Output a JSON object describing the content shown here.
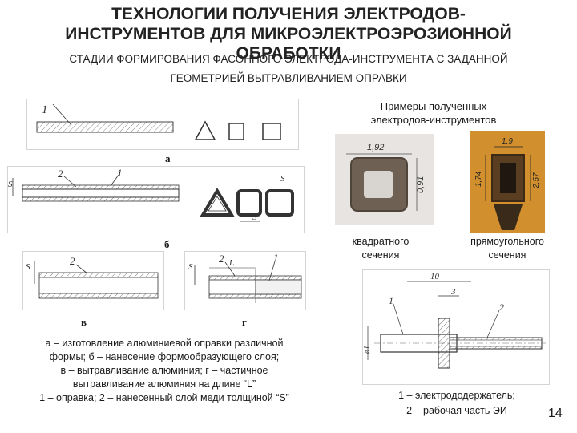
{
  "slide": {
    "title_line1": "ТЕХНОЛОГИИ ПОЛУЧЕНИЯ ЭЛЕКТРОДОВ-",
    "title_line2": "ИНСТРУМЕНТОВ ДЛЯ МИКРОЭЛЕКТРОЭРОЗИОННОЙ",
    "title_line3": "ОБРАБОТКИ",
    "subtitle_line1": "СТАДИИ ФОРМИРОВАНИЯ ФАСОННОГО ЭЛЕКТРОДА-ИНСТРУМЕНТА С ЗАДАННОЙ",
    "subtitle_line2": "ГЕОМЕТРИЕЙ ВЫТРАВЛИВАНИЕМ ОПРАВКИ",
    "page_number": "14"
  },
  "left_figure": {
    "label_a": "а",
    "label_b": "б",
    "label_v": "в",
    "label_g": "г",
    "callout_1": "1",
    "callout_2": "2",
    "dim_s": "S",
    "dim_l": "L",
    "caption_lines": [
      "а – изготовление алюминиевой оправки различной",
      "формы; б – нанесение  формообразующего слоя;",
      "в – вытравливание алюминия; г – частичное",
      "вытравливание алюминия на длине “L”",
      "1 – оправка; 2 – нанесенный слой меди толщиной “S”"
    ]
  },
  "right_figure": {
    "examples_title_line1": "Примеры полученных",
    "examples_title_line2": "электродов-инструментов",
    "photo1_dim_top": "1,92",
    "photo1_dim_side": "0,91",
    "photo2_dim_top": "1,9",
    "photo2_dim_left": "1,74",
    "photo2_dim_right": "2,57",
    "photo1_caption_line1": "квадратного",
    "photo1_caption_line2": "сечения",
    "photo2_caption_line1": "прямоугольного",
    "photo2_caption_line2": "сечения",
    "drawing_dim_10": "10",
    "drawing_dim_3": "3",
    "drawing_dim_d1": "ø1",
    "drawing_callout_1": "1",
    "drawing_callout_2": "2",
    "legend_line1": "1 – электрододержатель;",
    "legend_line2": "2 – рабочая часть ЭИ"
  }
}
